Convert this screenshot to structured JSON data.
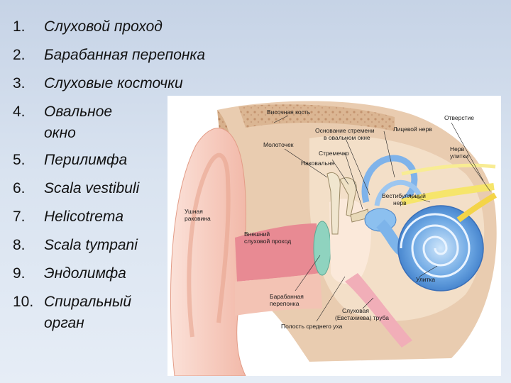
{
  "terms": [
    {
      "num": "1.",
      "text": "Слуховой проход"
    },
    {
      "num": "2.",
      "text": "Барабанная перепонка"
    },
    {
      "num": "3.",
      "text": "Слуховые косточки"
    },
    {
      "num": "4.",
      "text": "Овальное окно"
    },
    {
      "num": "5.",
      "text": "Перилимфа"
    },
    {
      "num": "6.",
      "text": "Scala vestibuli"
    },
    {
      "num": "7.",
      "text": "Helicotrema"
    },
    {
      "num": "8.",
      "text": "Scala tympani"
    },
    {
      "num": "9.",
      "text": "Эндолимфа"
    },
    {
      "num": "10.",
      "text": "Спиральный орган"
    }
  ],
  "figure": {
    "labels": {
      "temporal_bone": "Височная кость",
      "stapes_base": "Основание стремени",
      "in_oval_window": "в овальном окне",
      "facial_nerve": "Лицевой нерв",
      "opening": "Отверстие",
      "malleus": "Молоточек",
      "stapes": "Стремечко",
      "incus": "Наковальня",
      "cochlear_nerve_1": "Нерв",
      "cochlear_nerve_2": "улитки",
      "vestibular_nerve_1": "Вестибулярный",
      "vestibular_nerve_2": "нерв",
      "auricle_1": "Ушная",
      "auricle_2": "раковина",
      "ext_canal_1": "Внешний",
      "ext_canal_2": "слуховой проход",
      "cochlea": "Улитка",
      "eardrum_1": "Барабанная",
      "eardrum_2": "перепонка",
      "tube_1": "Слуховая",
      "tube_2": "(Евстахиева) труба",
      "middle_ear_cavity": "Полость среднего уха"
    }
  }
}
